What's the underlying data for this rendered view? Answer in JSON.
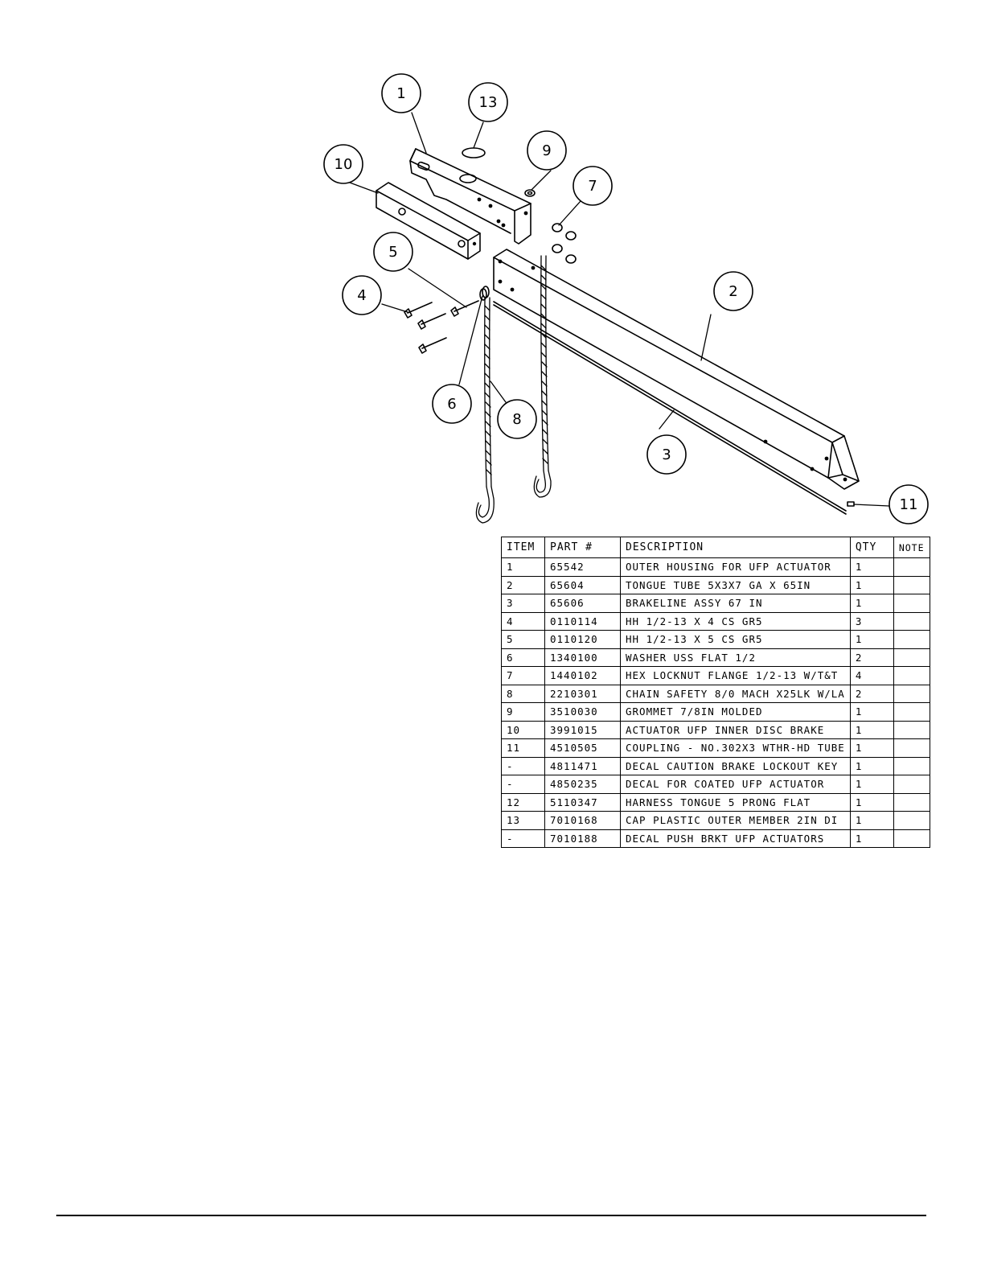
{
  "callouts": [
    "1",
    "2",
    "3",
    "4",
    "5",
    "6",
    "7",
    "8",
    "9",
    "10",
    "11",
    "13"
  ],
  "bom": {
    "headers": [
      "ITEM",
      "PART #",
      "DESCRIPTION",
      "QTY",
      "NOTE"
    ],
    "rows": [
      {
        "item": "1",
        "part": "65542",
        "desc": "OUTER HOUSING FOR UFP ACTUATOR",
        "qty": "1",
        "note": ""
      },
      {
        "item": "2",
        "part": "65604",
        "desc": "TONGUE TUBE 5X3X7 GA X 65IN",
        "qty": "1",
        "note": ""
      },
      {
        "item": "3",
        "part": "65606",
        "desc": "BRAKELINE ASSY 67 IN",
        "qty": "1",
        "note": ""
      },
      {
        "item": "4",
        "part": "0110114",
        "desc": "HH 1/2-13 X 4 CS GR5",
        "qty": "3",
        "note": ""
      },
      {
        "item": "5",
        "part": "0110120",
        "desc": "HH 1/2-13 X 5 CS GR5",
        "qty": "1",
        "note": ""
      },
      {
        "item": "6",
        "part": "1340100",
        "desc": "WASHER USS FLAT 1/2",
        "qty": "2",
        "note": ""
      },
      {
        "item": "7",
        "part": "1440102",
        "desc": "HEX LOCKNUT FLANGE 1/2-13 W/T&T",
        "qty": "4",
        "note": ""
      },
      {
        "item": "8",
        "part": "2210301",
        "desc": "CHAIN SAFETY 8/0 MACH X25LK W/LA",
        "qty": "2",
        "note": ""
      },
      {
        "item": "9",
        "part": "3510030",
        "desc": "GROMMET  7/8IN MOLDED",
        "qty": "1",
        "note": ""
      },
      {
        "item": "10",
        "part": "3991015",
        "desc": "ACTUATOR UFP INNER  DISC BRAKE",
        "qty": "1",
        "note": ""
      },
      {
        "item": "11",
        "part": "4510505",
        "desc": "COUPLING - NO.302X3 WTHR-HD TUBE",
        "qty": "1",
        "note": ""
      },
      {
        "item": "-",
        "part": "4811471",
        "desc": "DECAL CAUTION BRAKE LOCKOUT KEY",
        "qty": "1",
        "note": ""
      },
      {
        "item": "-",
        "part": "4850235",
        "desc": "DECAL FOR COATED UFP ACTUATOR",
        "qty": "1",
        "note": ""
      },
      {
        "item": "12",
        "part": "5110347",
        "desc": "HARNESS  TONGUE 5 PRONG FLAT",
        "qty": "1",
        "note": ""
      },
      {
        "item": "13",
        "part": "7010168",
        "desc": "CAP  PLASTIC OUTER MEMBER 2IN DI",
        "qty": "1",
        "note": ""
      },
      {
        "item": "-",
        "part": "7010188",
        "desc": "DECAL PUSH BRKT UFP ACTUATORS",
        "qty": "1",
        "note": ""
      }
    ]
  }
}
